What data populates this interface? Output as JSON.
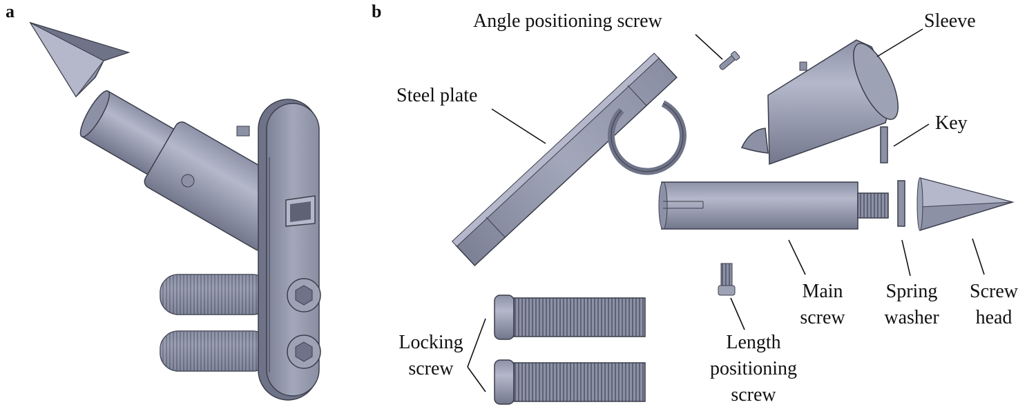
{
  "panels": {
    "a": "a",
    "b": "b"
  },
  "labels": {
    "angle_positioning_screw": "Angle positioning screw",
    "sleeve": "Sleeve",
    "steel_plate": "Steel plate",
    "key": "Key",
    "main_screw": [
      "Main",
      "screw"
    ],
    "spring_washer": [
      "Spring",
      "washer"
    ],
    "screw_head": [
      "Screw",
      "head"
    ],
    "locking_screw": [
      "Locking",
      "screw"
    ],
    "length_positioning_screw": [
      "Length",
      "positioning",
      "screw"
    ]
  },
  "colors": {
    "metal_light": "#a9adbf",
    "metal_mid": "#8d91a6",
    "metal_dark": "#5e6275",
    "edge": "#3a3d4a",
    "leader": "#111111"
  }
}
